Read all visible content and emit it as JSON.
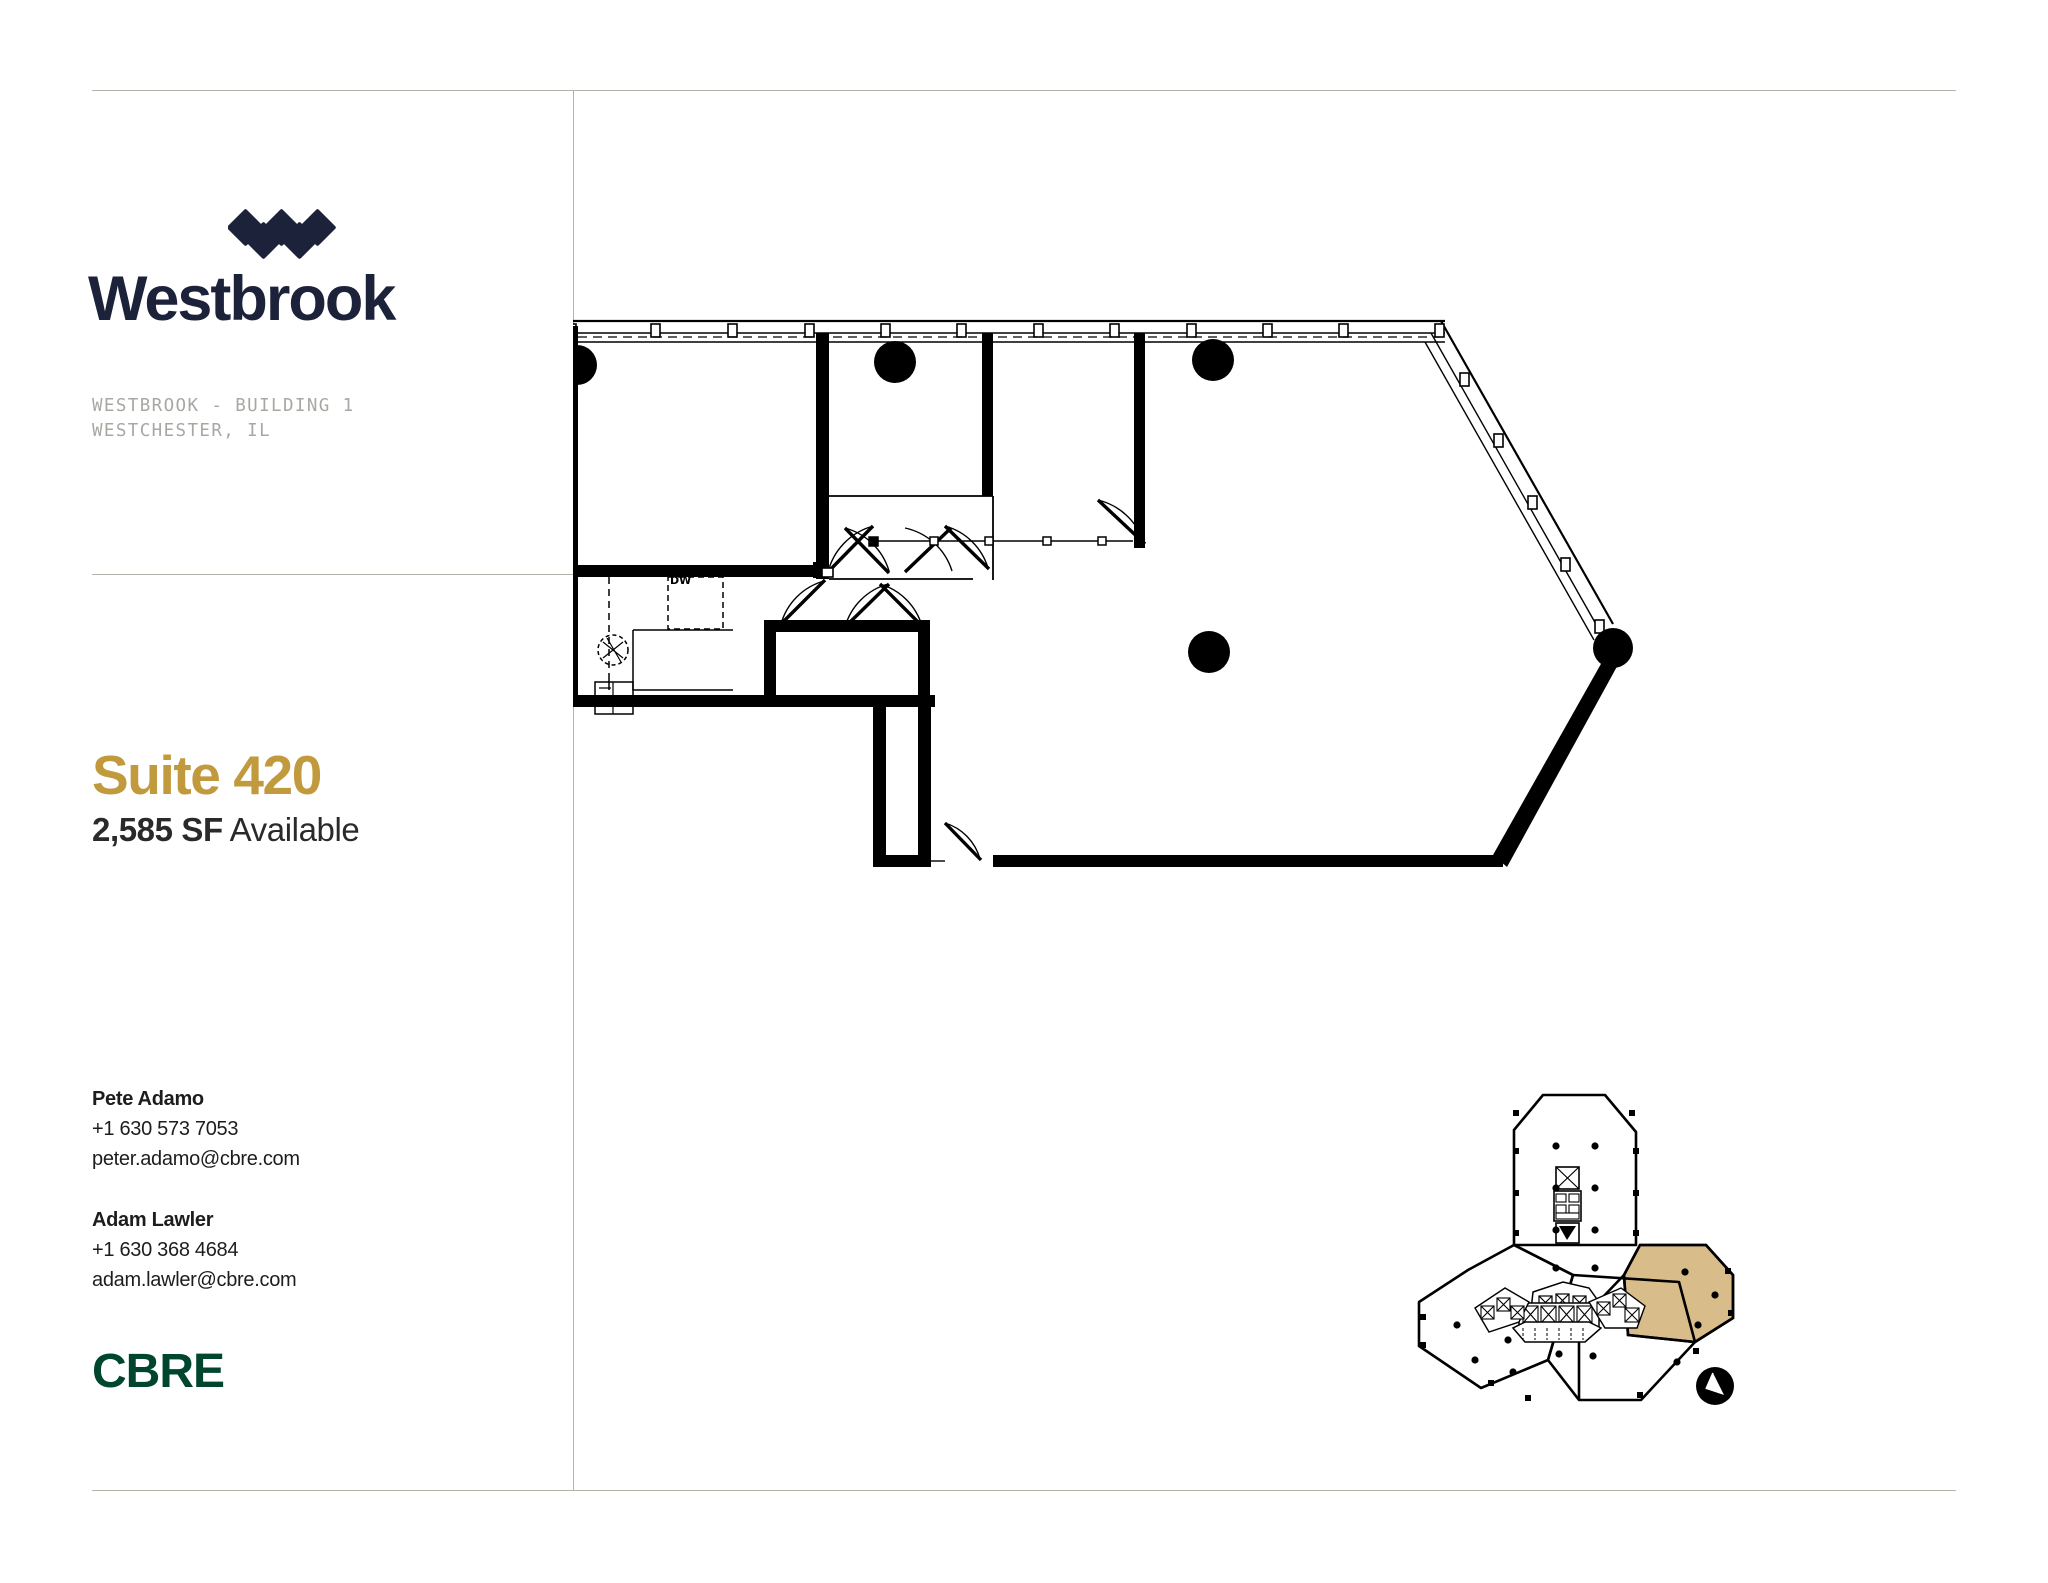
{
  "brand": {
    "name": "Westbrook",
    "logo_icon": "westbrook-diamonds-logo",
    "property_line1": "WESTBROOK - BUILDING 1",
    "property_line2": "WESTCHESTER, IL",
    "address_block": "WESTBROOK - BUILDING 1\nWESTCHESTER, IL"
  },
  "listing": {
    "suite_label": "Suite 420",
    "area_value": "2,585 SF",
    "availability": " Available"
  },
  "contacts": [
    {
      "name": "Pete Adamo",
      "phone": "+1 630 573 7053",
      "email": "peter.adamo@cbre.com"
    },
    {
      "name": "Adam Lawler",
      "phone": "+1 630 368 4684",
      "email": "adam.lawler@cbre.com"
    }
  ],
  "broker": {
    "logo_text": "CBRE",
    "logo_icon": "cbre-wordmark"
  },
  "colors": {
    "brand_navy": "#1b2239",
    "accent_gold": "#c19a3e",
    "highlight_tan": "#d8bc8a",
    "cbre_green": "#00462f",
    "rule_gray": "#b5b2ab",
    "body_text": "#1d1d1d",
    "address_gray": "#a8a8a3"
  },
  "floorplan": {
    "label": "Suite 420 floor plan",
    "annotations": [
      {
        "text": "DW",
        "meaning": "dishwasher"
      }
    ],
    "features": [
      "curtain-wall-windows-north",
      "angled-curtain-wall-east",
      "structural-columns",
      "private-offices",
      "kitchenette",
      "conference-room",
      "entry-door-south"
    ],
    "column_count": 5,
    "door_count": 7
  },
  "keyplan": {
    "label": "Building key plan",
    "building_shape": "tri-wing",
    "highlighted_wing": "east",
    "highlight_color": "#d8bc8a",
    "north_arrow_icon": "north-arrow-icon",
    "core_icons": [
      "elevator-core",
      "stair-core",
      "restroom-core"
    ]
  }
}
